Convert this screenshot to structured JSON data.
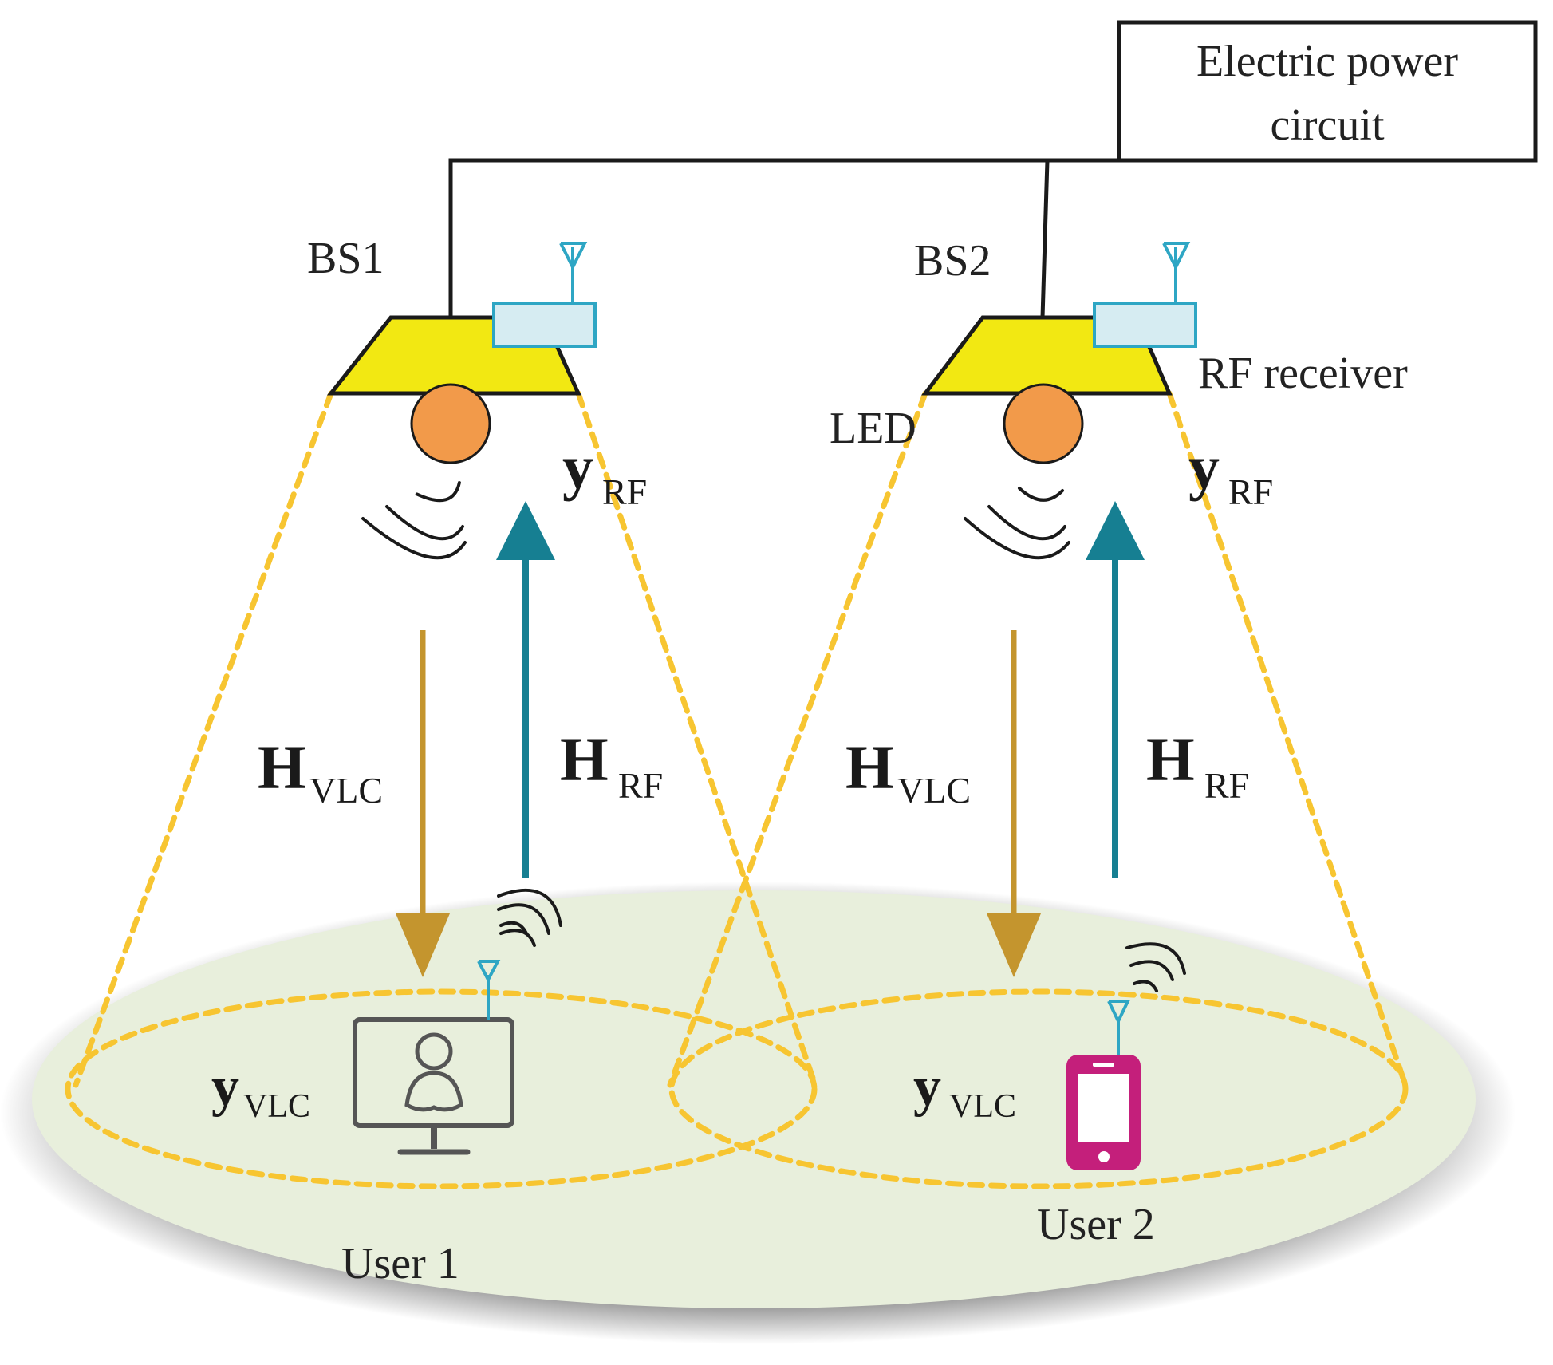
{
  "power_box": {
    "line1": "Electric power",
    "line2": "circuit"
  },
  "stations": [
    {
      "label": "BS1"
    },
    {
      "label": "BS2"
    }
  ],
  "labels": {
    "led": "LED",
    "rf_receiver": "RF receiver",
    "user1": "User 1",
    "user2": "User 2"
  },
  "symbols": {
    "y_rf_base": "y",
    "y_rf_sub": "RF",
    "h_vlc_base": "H",
    "h_vlc_sub": "VLC",
    "h_rf_base": "H",
    "h_rf_sub": "RF",
    "y_vlc_base": "y",
    "y_vlc_sub": "VLC"
  },
  "colors": {
    "lamp_shade": "#F2E812",
    "led": "#F29A4A",
    "rf_box_fill": "#D6ECF2",
    "rf_box_stroke": "#2EA6C4",
    "beam": "#F7C531",
    "vlc_arrow": "#C4952E",
    "rf_arrow": "#167F92",
    "floor": "#E8EFDC",
    "floor_shadow": "#8A8A8A",
    "monitor": "#555555",
    "phone": "#C41F7B"
  },
  "icons": [
    "antenna-icon",
    "signal-waves-icon",
    "monitor-user-icon",
    "smartphone-icon"
  ]
}
